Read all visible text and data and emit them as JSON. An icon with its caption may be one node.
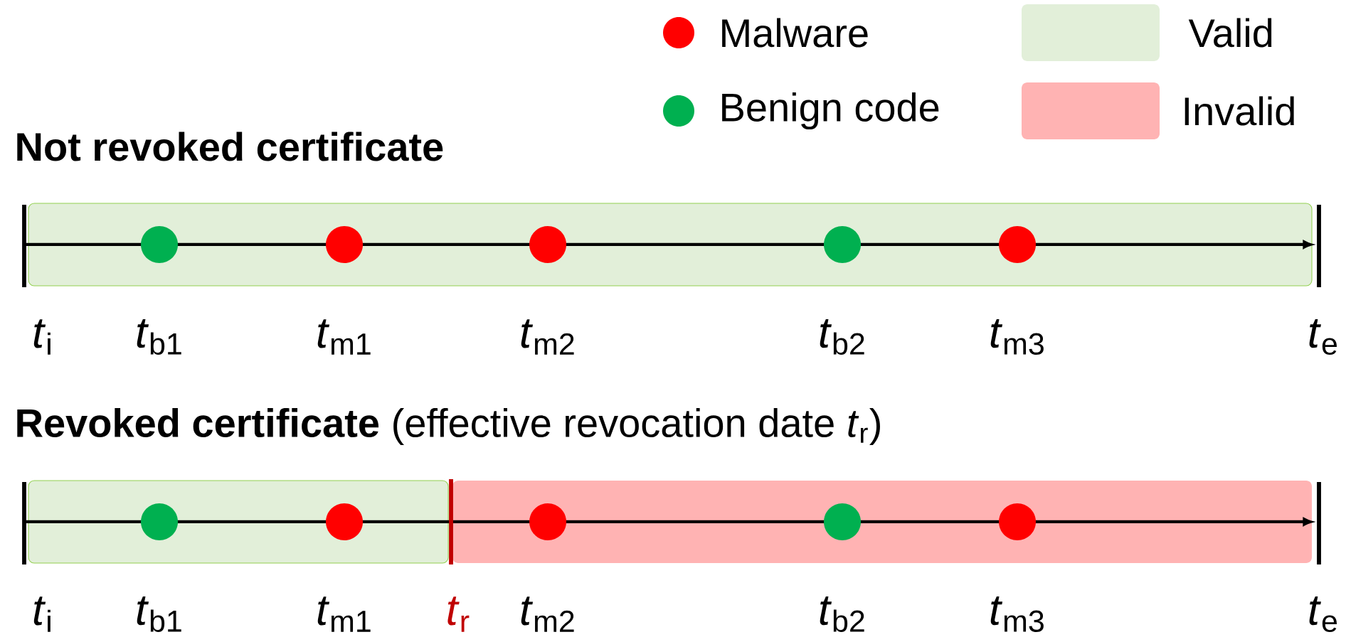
{
  "diagram": {
    "labels": [
      "Not revoked certificate",
      "*t*$_{i}$",
      "*t*$_{b1}$",
      "*t*$_{m1}$",
      "*t*$_{m2}$",
      "*t*$_{b2}$",
      "*t*$_{m3}$",
      "*t*$_{e}$",
      "**Revoked certificate** (effective revocation date *t*$_{r}$)",
      "*t*$_{i}$",
      "*t*$_{b1}$",
      "*t*$_{m1}$",
      "*t*$_{r}$",
      "*t*$_{m2}$",
      "*t*$_{b2}$",
      "*t*$_{m3}$",
      "*t*$_{e}$"
    ],
    "legend": [
      {
        "text": "Malware",
        "color": "#ff0000"
      },
      {
        "text": "Benign code",
        "color": "#00b050"
      },
      {
        "text": "Valid",
        "color": "#e2efd9"
      },
      {
        "text": "Invalid",
        "color": "#ffb3b3"
      }
    ]
  }
}
